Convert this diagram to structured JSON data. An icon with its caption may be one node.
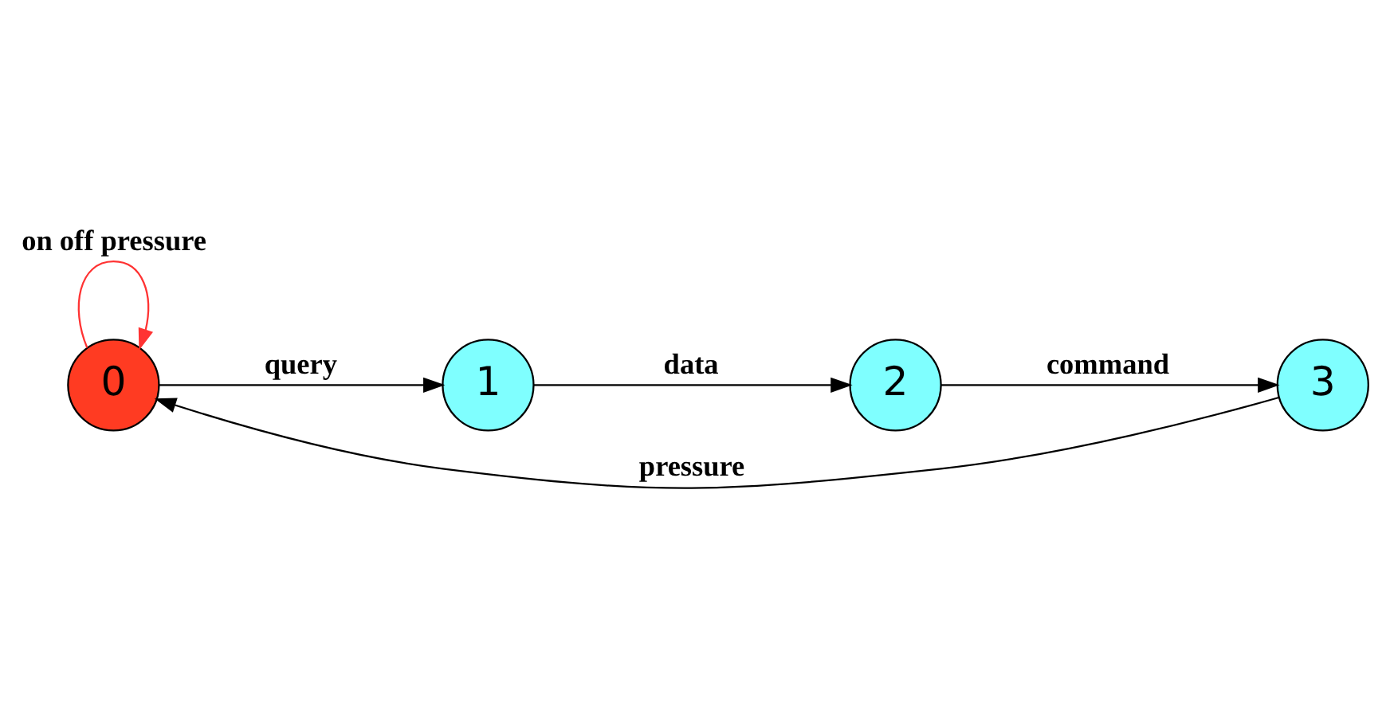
{
  "diagram": {
    "nodes": [
      {
        "text": [
          "0"
        ]
      },
      {
        "text": [
          "1"
        ]
      },
      {
        "text": [
          "2"
        ]
      },
      {
        "text": [
          "3"
        ]
      }
    ],
    "edges": [
      {
        "from": 0,
        "to": 1,
        "arrow": "to",
        "label": "query"
      },
      {
        "from": 1,
        "to": 2,
        "arrow": "to",
        "label": "data"
      },
      {
        "from": 2,
        "to": 3,
        "arrow": "to",
        "label": "command"
      },
      {
        "from": 3,
        "to": 0,
        "arrow": "to",
        "label": "pressure"
      },
      {
        "from": 0,
        "to": 0,
        "arrow": "to",
        "label": "on off pressure",
        "color": "#ff3333"
      }
    ]
  }
}
